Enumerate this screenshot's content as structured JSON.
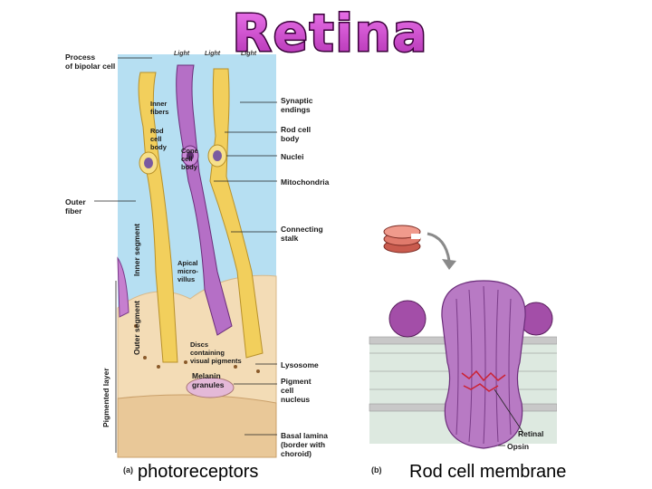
{
  "title": "Retina",
  "panel_a": {
    "tag": "(a)",
    "caption": "photoreceptors",
    "light_labels": [
      "Light",
      "Light",
      "Light"
    ],
    "left_labels": {
      "process_bipolar": "Process\nof bipolar cell",
      "inner_fibers": "Inner\nfibers",
      "rod_cell_body": "Rod\ncell\nbody",
      "cone_cell_body": "Cone\ncell\nbody",
      "outer_fiber": "Outer\nfiber",
      "apical_microvillus": "Apical\nmicro-\nvillus",
      "discs": "Discs\ncontaining\nvisual pigments",
      "melanin": "Melanin\ngranules"
    },
    "segment_labels": {
      "inner_segment": "Inner segment",
      "outer_segment": "Outer segment",
      "pigmented_layer": "Pigmented layer"
    },
    "right_labels": {
      "synaptic_endings": "Synaptic\nendings",
      "rod_cell_body": "Rod cell\nbody",
      "nuclei": "Nuclei",
      "mitochondria": "Mitochondria",
      "connecting_stalk": "Connecting\nstalk",
      "lysosome": "Lysosome",
      "pigment_cell_nucleus": "Pigment\ncell\nnucleus",
      "basal_lamina": "Basal lamina\n(border with\nchoroid)"
    }
  },
  "panel_b": {
    "tag": "(b)",
    "caption": "Rod cell membrane",
    "labels": {
      "retinal": "Retinal",
      "opsin": "Opsin"
    }
  },
  "colors": {
    "title_fill": "#cc44cc",
    "title_outline": "#3a003a",
    "background_blue": "#b6dff2",
    "tissue_tan": "#f3dcb6",
    "rod_yellow": "#f2cf5c",
    "cone_purple": "#b56fc6",
    "membrane_purple": "#a34ea8"
  }
}
